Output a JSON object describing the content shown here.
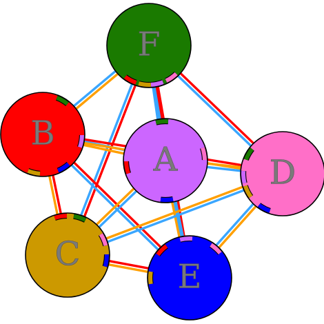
{
  "diagram": {
    "nodes": [
      {
        "id": "A",
        "label": "A",
        "color": "#cc66ff"
      },
      {
        "id": "B",
        "label": "B",
        "color": "#ff0000"
      },
      {
        "id": "C",
        "label": "C",
        "color": "#cc9900"
      },
      {
        "id": "D",
        "label": "D",
        "color": "#ff6fc8"
      },
      {
        "id": "E",
        "label": "E",
        "color": "#0000ff"
      },
      {
        "id": "F",
        "label": "F",
        "color": "#1a7a00"
      }
    ],
    "edges": [
      {
        "from": "F",
        "to": "A",
        "colors": [
          "#ff0000",
          "#3aa6ff"
        ]
      },
      {
        "from": "F",
        "to": "B",
        "colors": [
          "#ff9f00",
          "#3aa6ff"
        ]
      },
      {
        "from": "F",
        "to": "D",
        "colors": [
          "#ff0000",
          "#3aa6ff"
        ]
      },
      {
        "from": "F",
        "to": "C",
        "colors": [
          "#ff0000",
          "#3aa6ff"
        ]
      },
      {
        "from": "F",
        "to": "E",
        "colors": [
          "#ff0000",
          "#3aa6ff"
        ]
      },
      {
        "from": "B",
        "to": "A",
        "colors": [
          "#3aa6ff",
          "#ff9f00"
        ]
      },
      {
        "from": "B",
        "to": "C",
        "colors": [
          "#ff0000",
          "#ff9f00"
        ]
      },
      {
        "from": "B",
        "to": "E",
        "colors": [
          "#ff0000",
          "#3aa6ff"
        ]
      },
      {
        "from": "B",
        "to": "D",
        "colors": [
          "#ff0000",
          "#ff9f00"
        ]
      },
      {
        "from": "A",
        "to": "D",
        "colors": [
          "#ff9f00",
          "#3aa6ff"
        ]
      },
      {
        "from": "A",
        "to": "E",
        "colors": [
          "#3aa6ff",
          "#ff9f00"
        ]
      },
      {
        "from": "C",
        "to": "D",
        "colors": [
          "#ff9f00",
          "#3aa6ff"
        ]
      },
      {
        "from": "C",
        "to": "E",
        "colors": [
          "#ff0000",
          "#ff9f00"
        ]
      },
      {
        "from": "D",
        "to": "E",
        "colors": [
          "#ff9f00",
          "#3aa6ff"
        ]
      },
      {
        "from": "C",
        "to": "A",
        "colors": [
          "#ff9f00",
          "#3aa6ff"
        ]
      }
    ],
    "ports": [
      {
        "node": "A",
        "color": "#ff0000"
      },
      {
        "node": "A",
        "color": "#1a7a00"
      },
      {
        "node": "A",
        "color": "#ff6fc8"
      },
      {
        "node": "A",
        "color": "#0000ff"
      },
      {
        "node": "B",
        "color": "#1a7a00"
      },
      {
        "node": "B",
        "color": "#cc66ff"
      },
      {
        "node": "B",
        "color": "#0000ff"
      },
      {
        "node": "B",
        "color": "#cc9900"
      },
      {
        "node": "C",
        "color": "#ff0000"
      },
      {
        "node": "C",
        "color": "#1a7a00"
      },
      {
        "node": "C",
        "color": "#ff6fc8"
      },
      {
        "node": "C",
        "color": "#0000ff"
      },
      {
        "node": "D",
        "color": "#1a7a00"
      },
      {
        "node": "D",
        "color": "#cc66ff"
      },
      {
        "node": "D",
        "color": "#cc9900"
      },
      {
        "node": "D",
        "color": "#0000ff"
      },
      {
        "node": "E",
        "color": "#ff0000"
      },
      {
        "node": "E",
        "color": "#cc66ff"
      },
      {
        "node": "E",
        "color": "#ff6fc8"
      },
      {
        "node": "E",
        "color": "#cc9900"
      },
      {
        "node": "F",
        "color": "#ff0000"
      },
      {
        "node": "F",
        "color": "#cc9900"
      },
      {
        "node": "F",
        "color": "#cc66ff"
      },
      {
        "node": "F",
        "color": "#ff6fc8"
      }
    ]
  }
}
